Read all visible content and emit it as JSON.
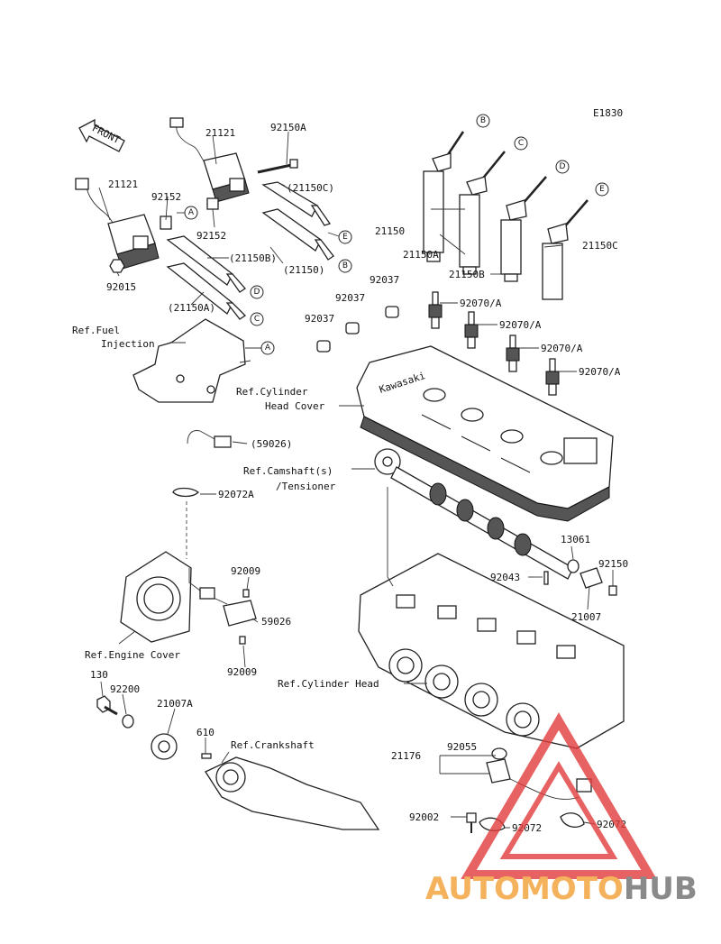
{
  "diagram_code": "E1830",
  "front_label": "FRONT",
  "brand_on_cover": "Kawasaki",
  "part_numbers": {
    "coil_upper": "21121",
    "coil_lower": "21121",
    "bolt_coil": "92150A",
    "cap_c": "(21150C)",
    "cap_b": "(21150B)",
    "cap_plain": "(21150)",
    "cap_a": "(21150A)",
    "spacer_upper": "92152",
    "spacer_lower": "92152",
    "nut": "92015",
    "cap_right_1": "21150",
    "cap_right_2": "21150A",
    "cap_right_3": "21150B",
    "cap_right_4": "21150C",
    "clamp_1": "92037",
    "clamp_2": "92037",
    "clamp_3": "92037",
    "plug_1": "92070/A",
    "plug_2": "92070/A",
    "plug_3": "92070/A",
    "plug_4": "92070/A",
    "sensor_paren": "(59026)",
    "clip_upper": "92072A",
    "screw_upper": "92009",
    "sensor": "59026",
    "screw_lower": "92009",
    "seal_13061": "13061",
    "bolt_92150": "92150",
    "pin": "92043",
    "sensor_cam": "21007",
    "bolt_130": "130",
    "washer": "92200",
    "rotor": "21007A",
    "key": "610",
    "assy": "21176",
    "oring": "92055",
    "bolt_92002": "92002",
    "clip_1": "92072",
    "clip_2": "92072"
  },
  "callouts": {
    "a": "A",
    "b": "B",
    "c": "C",
    "d": "D",
    "e": "E"
  },
  "references": {
    "fuel_line1": "Ref.Fuel",
    "fuel_line2": "Injection",
    "head_cover_line1": "Ref.Cylinder",
    "head_cover_line2": "Head Cover",
    "camshaft_line1": "Ref.Camshaft(s)",
    "camshaft_line2": "/Tensioner",
    "engine_cover": "Ref.Engine Cover",
    "cylinder_head": "Ref.Cylinder Head",
    "crankshaft": "Ref.Crankshaft"
  },
  "watermark": {
    "part1": "AUTOMOTO",
    "part2": "HUB",
    "color1": "#f5b25c",
    "color2": "#8a8a8a",
    "triangle_color": "#e23b3b"
  }
}
